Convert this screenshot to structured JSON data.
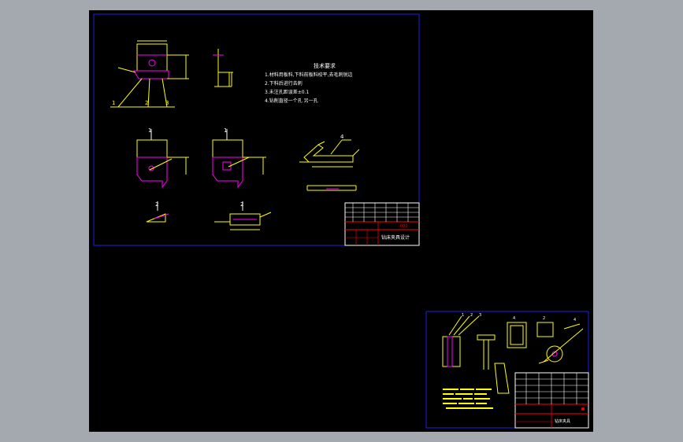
{
  "sheet_main": {
    "notes_title": "技术要求",
    "notes": [
      "1.材料用板料,下料前板料校平,去毛刺锐边",
      "2.下料后进行去刺",
      "3.未注孔距误差±0.1",
      "4.钻削直径一个孔 另一孔"
    ],
    "part_labels": [
      "1",
      "2",
      "3",
      "1",
      "1",
      "2",
      "2",
      "4"
    ],
    "title_block": {
      "name": "钻床夹具设计",
      "red_mark": "000"
    }
  },
  "sheet_secondary": {
    "part_labels": [
      "1",
      "2",
      "3",
      "4",
      "2",
      "4"
    ],
    "title_block": {
      "name": "钻床夹具"
    }
  },
  "colors": {
    "background_gray": "#a3a9ae",
    "canvas": "#000000",
    "frame": "#2020e0",
    "outline": "#ffff00",
    "center_magenta": "#ff00ff",
    "text_white": "#ffffff",
    "mark_red": "#ff0000"
  }
}
